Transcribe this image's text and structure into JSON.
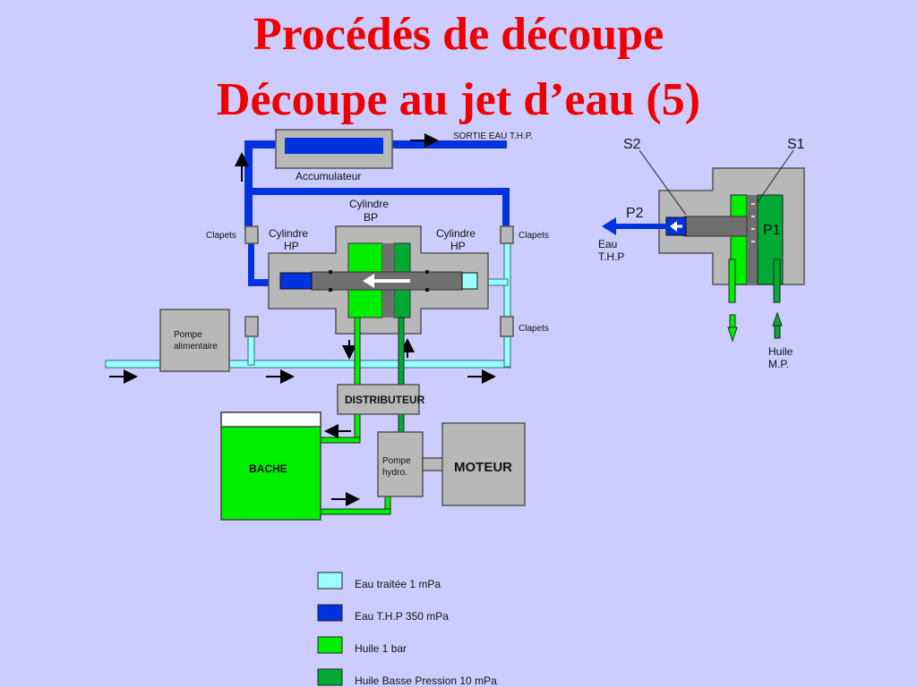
{
  "title": {
    "line1": "Procédés de découpe",
    "line2": "Découpe au jet d’eau (5)"
  },
  "diagram": {
    "sortie": "SORTIE EAU T.H.P.",
    "accumulateur": "Accumulateur",
    "cylindre_bp": [
      "Cylindre",
      "BP"
    ],
    "cylindre_hp_left": [
      "Cylindre",
      "HP"
    ],
    "cylindre_hp_right": [
      "Cylindre",
      "HP"
    ],
    "clapets": "Clapets",
    "pompe_alimentaire": [
      "Pompe",
      "alimentaire"
    ],
    "distributeur": "DISTRIBUTEUR",
    "bache": "BACHE",
    "pompe_hydro": [
      "Pompe",
      "hydro."
    ],
    "moteur": "MOTEUR"
  },
  "detail": {
    "s1": "S1",
    "s2": "S2",
    "p1": "P1",
    "p2": "P2",
    "eau_thp": [
      "Eau",
      "T.H.P"
    ],
    "huile_mp": [
      "Huile",
      "M.P."
    ]
  },
  "legend": [
    {
      "label": "Eau traitée 1 mPa",
      "color": "#99ffff"
    },
    {
      "label": "Eau T.H.P 350 mPa",
      "color": "#0033dd"
    },
    {
      "label": "Huile 1 bar",
      "color": "#00ee00"
    },
    {
      "label": "Huile Basse Pression 10 mPa",
      "color": "#00aa33"
    }
  ],
  "colors": {
    "background": "#ccccff",
    "title": "#ee0000",
    "eau_traitee": "#99ffff",
    "eau_thp": "#0033dd",
    "huile": "#00ee00",
    "huile_bp": "#00aa33",
    "housing": "#b8b8b8",
    "piston": "#6f6f6f"
  }
}
